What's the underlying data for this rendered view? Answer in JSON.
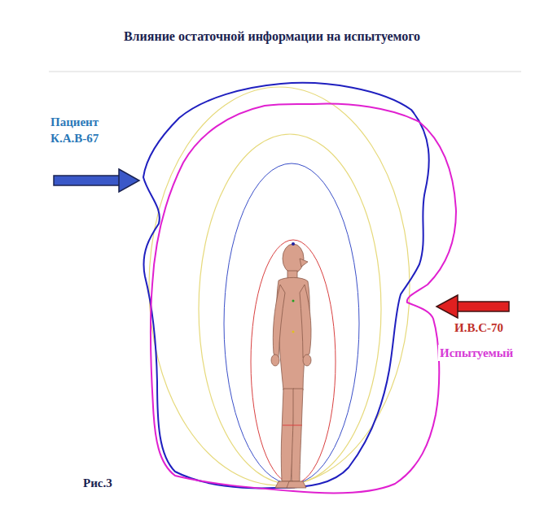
{
  "diagram": {
    "title": "Влияние остаточной информации на испытуемого",
    "caption": "Рис.3",
    "labels": [
      "Пациент К.А.В-67",
      "И.В.С-70",
      "Испытуемый"
    ]
  }
}
